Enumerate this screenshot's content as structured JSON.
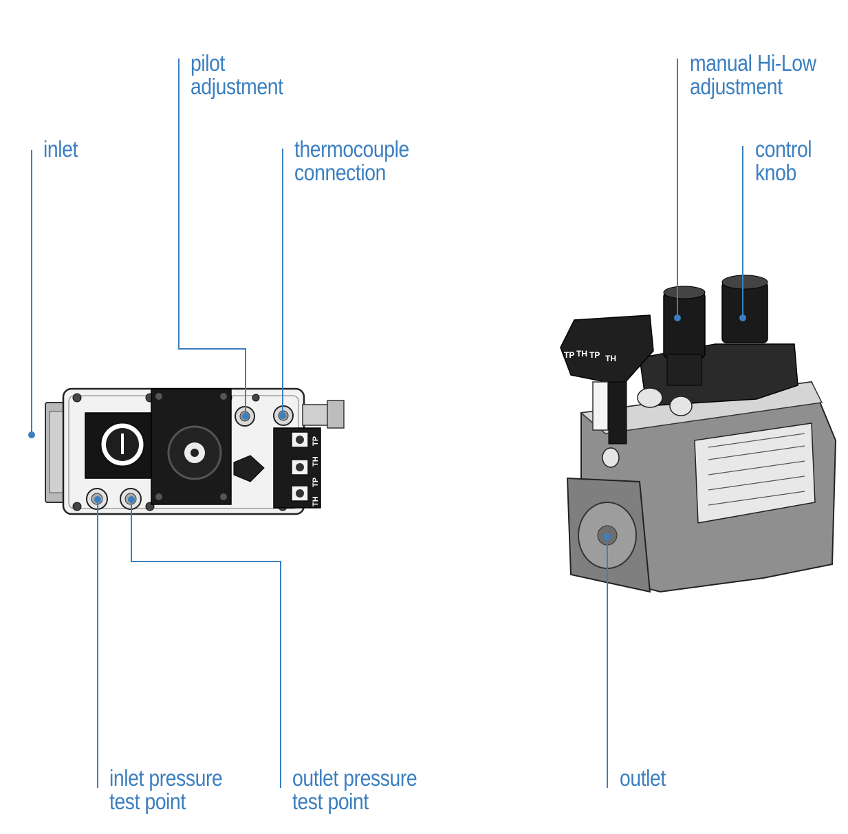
{
  "accent_color": "#3b7fc0",
  "labels": {
    "pilot_adjustment": [
      "pilot",
      "adjustment"
    ],
    "inlet": [
      "inlet"
    ],
    "thermocouple_connection": [
      "thermocouple",
      "connection"
    ],
    "manual_hi_low_adjustment": [
      "manual Hi-Low",
      "adjustment"
    ],
    "control_knob": [
      "control",
      "knob"
    ],
    "inlet_pressure_test_point": [
      "inlet pressure",
      "test point"
    ],
    "outlet_pressure_test_point": [
      "outlet pressure",
      "test point"
    ],
    "outlet": [
      "outlet"
    ]
  },
  "terminal_markings": {
    "front": [
      "TP",
      "TH",
      "TP",
      "TH"
    ],
    "iso": [
      "TP",
      "TH",
      "TP",
      "TH"
    ]
  }
}
